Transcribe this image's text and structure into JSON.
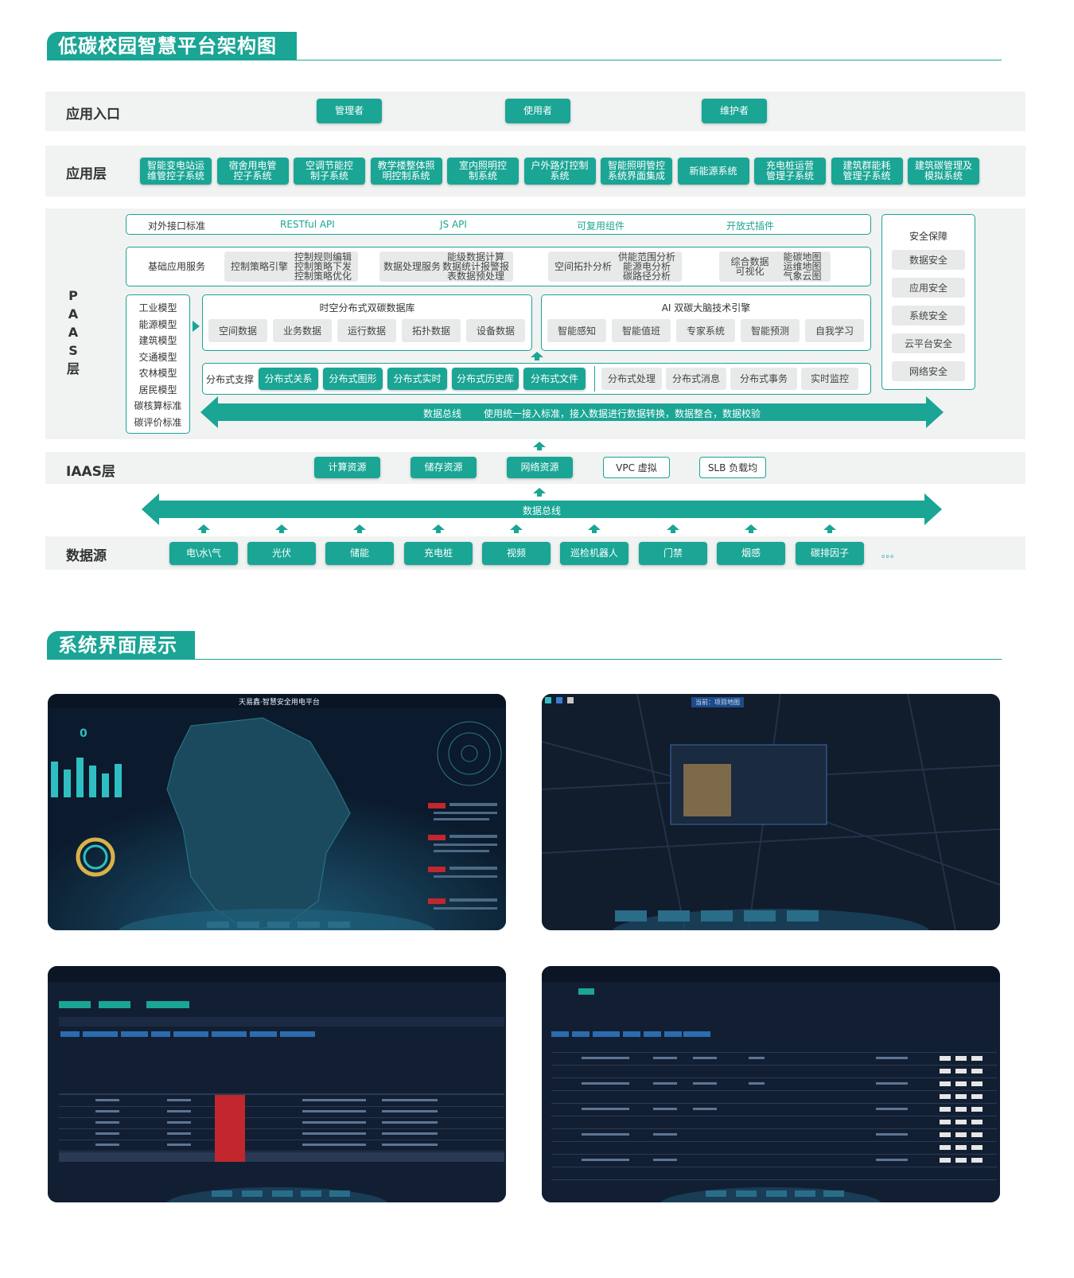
{
  "section1": {
    "title": "低碳校园智慧平台架构图"
  },
  "entry": {
    "label": "应用入口",
    "buttons": [
      "管理者",
      "使用者",
      "维护者"
    ]
  },
  "app": {
    "label": "应用层",
    "buttons": [
      [
        "智能变电站运",
        "维管控子系统"
      ],
      [
        "宿舍用电管",
        "控子系统"
      ],
      [
        "空调节能控",
        "制子系统"
      ],
      [
        "教学楼整体照",
        "明控制系统"
      ],
      [
        "室内照明控",
        "制系统"
      ],
      [
        "户外路灯控制",
        "系统"
      ],
      [
        "智能照明管控",
        "系统界面集成"
      ],
      [
        "新能源系统",
        ""
      ],
      [
        "充电桩运营",
        "管理子系统"
      ],
      [
        "建筑群能耗",
        "管理子系统"
      ],
      [
        "建筑碳管理及",
        "模拟系统"
      ]
    ]
  },
  "paas": {
    "label": [
      "P",
      "A",
      "A",
      "S",
      "层"
    ],
    "interface": {
      "title": "对外接口标准",
      "items": [
        "RESTful API",
        "JS API",
        "可复用组件",
        "开放式插件"
      ]
    },
    "basic": {
      "title": "基础应用服务",
      "groups": [
        {
          "name": "控制策略引擎",
          "items": [
            "控制规则编辑",
            "控制策略下发",
            "控制策略优化"
          ]
        },
        {
          "name": "数据处理服务",
          "items": [
            "能级数据计算",
            "数据统计报警报",
            "表数据预处理"
          ]
        },
        {
          "name": "空间拓扑分析",
          "items": [
            "供能范围分析",
            "能源电分析",
            "碳路径分析"
          ]
        },
        {
          "name": "综合数据可视化",
          "items": [
            "能碳地图",
            "运维地图",
            "气象云图"
          ]
        }
      ]
    },
    "models": [
      "工业模型",
      "能源模型",
      "建筑模型",
      "交通模型",
      "农林模型",
      "居民模型",
      "碳核算标准",
      "碳评价标准"
    ],
    "db": {
      "title": "时空分布式双碳数据库",
      "items": [
        "空间数据",
        "业务数据",
        "运行数据",
        "拓扑数据",
        "设备数据"
      ]
    },
    "ai": {
      "title": "AI 双碳大脑技术引擎",
      "items": [
        "智能感知",
        "智能值班",
        "专家系统",
        "智能预测",
        "自我学习"
      ]
    },
    "dist": {
      "title": "分布式支撑",
      "teal": [
        "分布式关系",
        "分布式图形",
        "分布式实时",
        "分布式历史库",
        "分布式文件"
      ],
      "gray": [
        "分布式处理",
        "分布式消息",
        "分布式事务",
        "实时监控"
      ]
    },
    "bus": {
      "label": "数据总线",
      "desc": "使用统一接入标准，接入数据进行数据转换，数据整合，数据校验"
    },
    "security": {
      "title": "安全保障",
      "items": [
        "数据安全",
        "应用安全",
        "系统安全",
        "云平台安全",
        "网络安全"
      ]
    }
  },
  "iaas": {
    "label": "IAAS层",
    "teal": [
      "计算资源",
      "储存资源",
      "网络资源"
    ],
    "outline": [
      "VPC 虚拟",
      "SLB 负载均"
    ]
  },
  "bus2": {
    "label": "数据总线"
  },
  "source": {
    "label": "数据源",
    "items": [
      "电\\水\\气",
      "光伏",
      "储能",
      "充电桩",
      "视频",
      "巡检机器人",
      "门禁",
      "烟感",
      "碳排因子"
    ],
    "more": "。。。"
  },
  "section2": {
    "title": "系统界面展示"
  },
  "screens": {
    "s1_title": "天易鑫·智慧安全用电平台",
    "s2_tag": "当前：项目地图",
    "s1_counter": "0"
  },
  "colors": {
    "accent": "#1aa595",
    "band": "#f1f3f3",
    "screen": "#0d1f33"
  }
}
